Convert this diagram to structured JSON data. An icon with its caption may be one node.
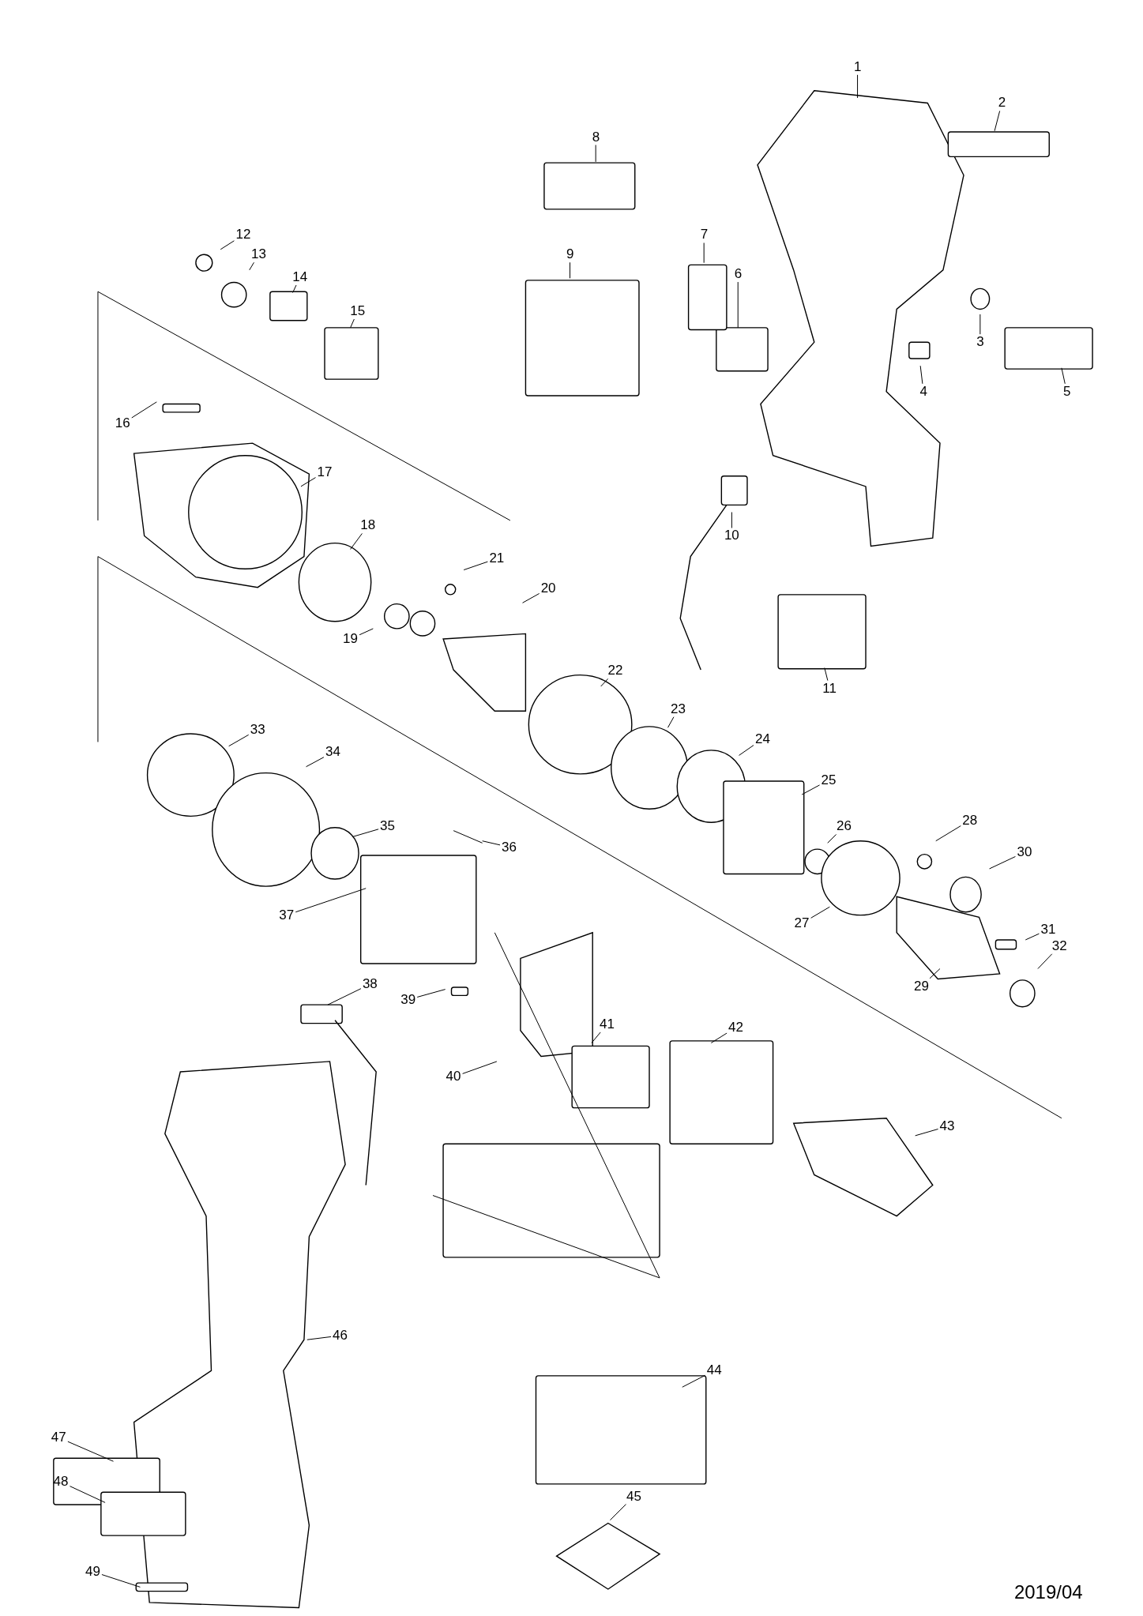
{
  "diagram": {
    "nodes": [
      {
        "text": [
          "1"
        ]
      },
      {
        "text": [
          "2"
        ]
      },
      {
        "text": [
          "3"
        ]
      },
      {
        "text": [
          "4"
        ]
      },
      {
        "text": [
          "5"
        ]
      },
      {
        "text": [
          "6"
        ]
      },
      {
        "text": [
          "7"
        ]
      },
      {
        "text": [
          "8"
        ]
      },
      {
        "text": [
          "9"
        ]
      },
      {
        "text": [
          "10"
        ]
      },
      {
        "text": [
          "11"
        ]
      },
      {
        "text": [
          "12"
        ]
      },
      {
        "text": [
          "13"
        ]
      },
      {
        "text": [
          "14"
        ]
      },
      {
        "text": [
          "15"
        ]
      },
      {
        "text": [
          "16"
        ]
      },
      {
        "text": [
          "17"
        ]
      },
      {
        "text": [
          "18"
        ]
      },
      {
        "text": [
          "19"
        ]
      },
      {
        "text": [
          "20"
        ]
      },
      {
        "text": [
          "21"
        ]
      },
      {
        "text": [
          "22"
        ]
      },
      {
        "text": [
          "23"
        ]
      },
      {
        "text": [
          "24"
        ]
      },
      {
        "text": [
          "25"
        ]
      },
      {
        "text": [
          "26"
        ]
      },
      {
        "text": [
          "27"
        ]
      },
      {
        "text": [
          "28"
        ]
      },
      {
        "text": [
          "29"
        ]
      },
      {
        "text": [
          "30"
        ]
      },
      {
        "text": [
          "31"
        ]
      },
      {
        "text": [
          "32"
        ]
      },
      {
        "text": [
          "33"
        ]
      },
      {
        "text": [
          "34"
        ]
      },
      {
        "text": [
          "35"
        ]
      },
      {
        "text": [
          "36"
        ]
      },
      {
        "text": [
          "37"
        ]
      },
      {
        "text": [
          "38"
        ]
      },
      {
        "text": [
          "39"
        ]
      },
      {
        "text": [
          "40"
        ]
      },
      {
        "text": [
          "41"
        ]
      },
      {
        "text": [
          "42"
        ]
      },
      {
        "text": [
          "43"
        ]
      },
      {
        "text": [
          "44"
        ]
      },
      {
        "text": [
          "45"
        ]
      },
      {
        "text": [
          "46"
        ]
      },
      {
        "text": [
          "47"
        ]
      },
      {
        "text": [
          "48"
        ]
      },
      {
        "text": [
          "49"
        ]
      }
    ],
    "edges": [
      {
        "from": 0,
        "to": null,
        "arrow": "none"
      },
      {
        "from": 1,
        "to": null,
        "arrow": "none"
      },
      {
        "from": 2,
        "to": null,
        "arrow": "none"
      },
      {
        "from": 3,
        "to": null,
        "arrow": "none"
      },
      {
        "from": 4,
        "to": null,
        "arrow": "none"
      },
      {
        "from": 5,
        "to": null,
        "arrow": "none"
      },
      {
        "from": 6,
        "to": null,
        "arrow": "none"
      },
      {
        "from": 7,
        "to": null,
        "arrow": "none"
      },
      {
        "from": 8,
        "to": null,
        "arrow": "none"
      },
      {
        "from": 9,
        "to": null,
        "arrow": "none"
      },
      {
        "from": 10,
        "to": null,
        "arrow": "none"
      },
      {
        "from": 11,
        "to": null,
        "arrow": "none"
      },
      {
        "from": 12,
        "to": null,
        "arrow": "none"
      },
      {
        "from": 13,
        "to": null,
        "arrow": "none"
      },
      {
        "from": 14,
        "to": null,
        "arrow": "none"
      },
      {
        "from": 15,
        "to": null,
        "arrow": "none"
      },
      {
        "from": 16,
        "to": null,
        "arrow": "none"
      },
      {
        "from": 17,
        "to": null,
        "arrow": "none"
      },
      {
        "from": 18,
        "to": null,
        "arrow": "none"
      },
      {
        "from": 19,
        "to": null,
        "arrow": "none"
      },
      {
        "from": 20,
        "to": null,
        "arrow": "none"
      },
      {
        "from": 21,
        "to": null,
        "arrow": "none"
      },
      {
        "from": 22,
        "to": null,
        "arrow": "none"
      },
      {
        "from": 23,
        "to": null,
        "arrow": "none"
      },
      {
        "from": 24,
        "to": null,
        "arrow": "none"
      },
      {
        "from": 25,
        "to": null,
        "arrow": "none"
      },
      {
        "from": 26,
        "to": null,
        "arrow": "none"
      },
      {
        "from": 27,
        "to": null,
        "arrow": "none"
      },
      {
        "from": 28,
        "to": null,
        "arrow": "none"
      },
      {
        "from": 29,
        "to": null,
        "arrow": "none"
      },
      {
        "from": 30,
        "to": null,
        "arrow": "none"
      },
      {
        "from": 31,
        "to": null,
        "arrow": "none"
      },
      {
        "from": 32,
        "to": null,
        "arrow": "none"
      },
      {
        "from": 33,
        "to": null,
        "arrow": "none"
      },
      {
        "from": 34,
        "to": null,
        "arrow": "none"
      },
      {
        "from": 35,
        "to": null,
        "arrow": "none"
      },
      {
        "from": 36,
        "to": null,
        "arrow": "none"
      },
      {
        "from": 37,
        "to": null,
        "arrow": "none"
      },
      {
        "from": 38,
        "to": null,
        "arrow": "none"
      },
      {
        "from": 39,
        "to": null,
        "arrow": "none"
      },
      {
        "from": 40,
        "to": null,
        "arrow": "none"
      },
      {
        "from": 41,
        "to": null,
        "arrow": "none"
      },
      {
        "from": 42,
        "to": null,
        "arrow": "none"
      },
      {
        "from": 43,
        "to": null,
        "arrow": "none"
      },
      {
        "from": 44,
        "to": null,
        "arrow": "none"
      },
      {
        "from": 45,
        "to": null,
        "arrow": "none"
      },
      {
        "from": 46,
        "to": null,
        "arrow": "none"
      },
      {
        "from": 47,
        "to": null,
        "arrow": "none"
      },
      {
        "from": 48,
        "to": null,
        "arrow": "none"
      }
    ],
    "labels": [
      "2019/04"
    ]
  }
}
